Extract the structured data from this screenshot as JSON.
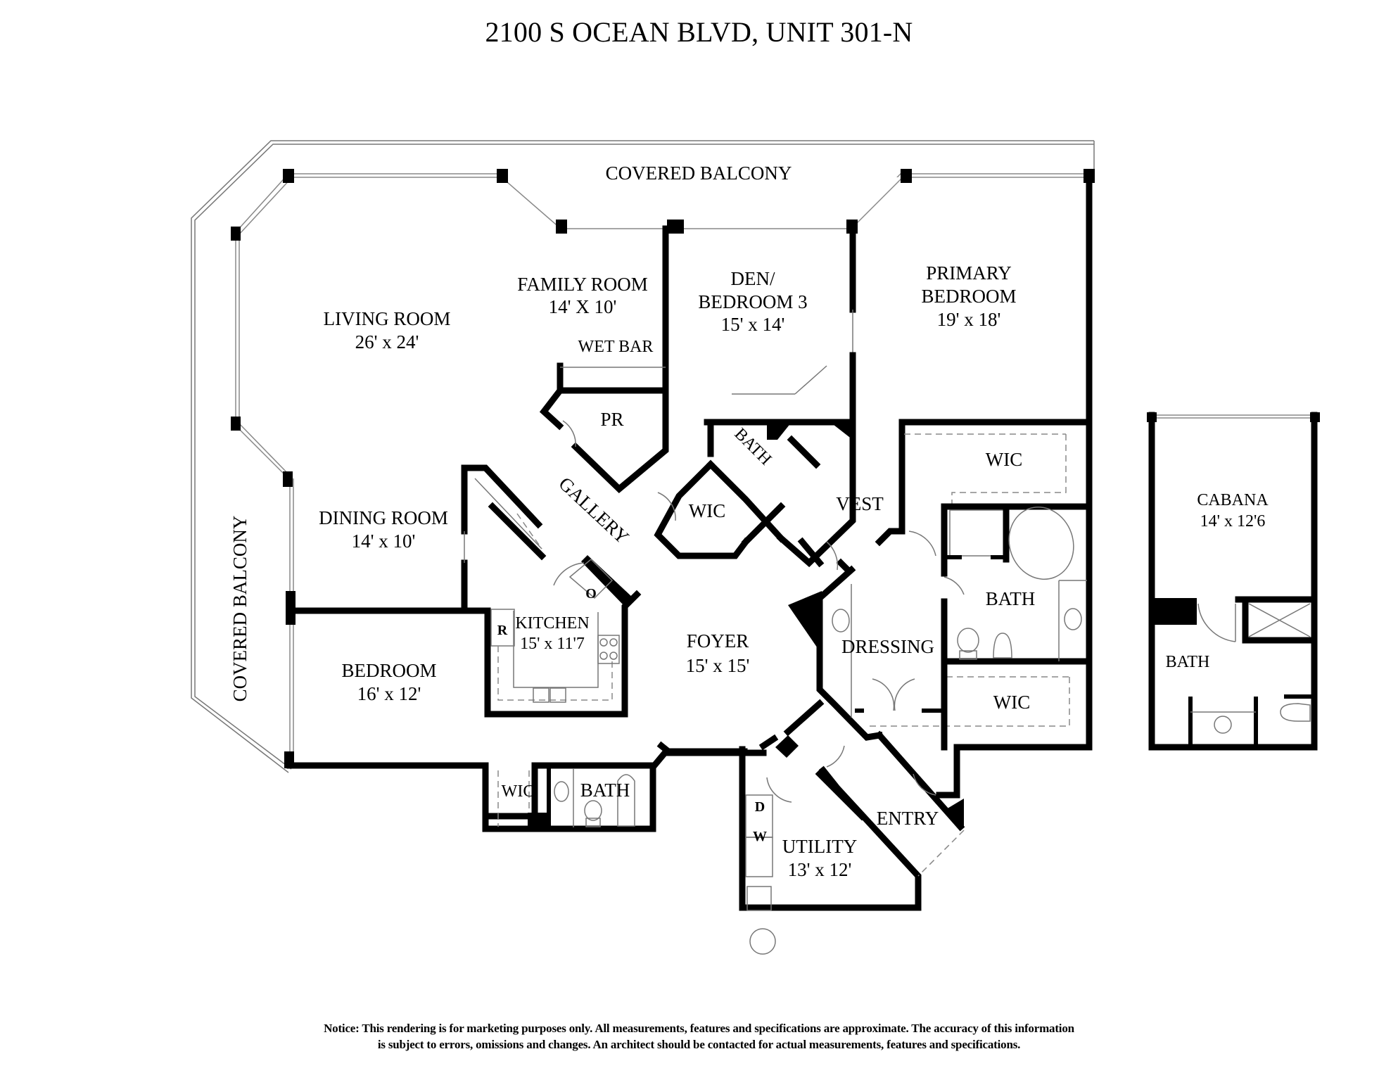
{
  "header": {
    "title": "2100 S OCEAN BLVD, UNIT 301-N"
  },
  "rooms": {
    "covered_balcony_top": {
      "name": "COVERED BALCONY"
    },
    "covered_balcony_left": {
      "name": "COVERED BALCONY"
    },
    "living_room": {
      "name": "LIVING ROOM",
      "size": "26' x 24'"
    },
    "family_room": {
      "name": "FAMILY ROOM",
      "size": "14' X 10'"
    },
    "wet_bar": {
      "name": "WET BAR"
    },
    "powder_room": {
      "name": "PR"
    },
    "den": {
      "name_line1": "DEN/",
      "name_line2": "BEDROOM 3",
      "size": "15' x 14'"
    },
    "den_bath": {
      "name": "BATH"
    },
    "den_wic": {
      "name": "WIC"
    },
    "primary_bedroom": {
      "name_line1": "PRIMARY",
      "name_line2": "BEDROOM",
      "size": "19' x 18'"
    },
    "primary_wic_top": {
      "name": "WIC"
    },
    "primary_bath": {
      "name": "BATH"
    },
    "primary_wic_bottom": {
      "name": "WIC"
    },
    "dressing": {
      "name": "DRESSING"
    },
    "vest": {
      "name": "VEST"
    },
    "gallery": {
      "name": "GALLERY"
    },
    "dining_room": {
      "name": "DINING ROOM",
      "size": "14' x 10'"
    },
    "kitchen": {
      "name": "KITCHEN",
      "size": "15' x 11'7",
      "fridge": "R",
      "oven": "O"
    },
    "foyer": {
      "name": "FOYER",
      "size": "15' x 15'"
    },
    "bedroom": {
      "name": "BEDROOM",
      "size": "16' x 12'"
    },
    "bedroom_wic": {
      "name": "WIC"
    },
    "bedroom_bath": {
      "name": "BATH"
    },
    "utility": {
      "name": "UTILITY",
      "size": "13' x 12'",
      "dryer": "D",
      "washer": "W"
    },
    "entry": {
      "name": "ENTRY"
    },
    "cabana": {
      "name": "CABANA",
      "size": "14' x 12'6"
    },
    "cabana_bath": {
      "name": "BATH"
    }
  },
  "footer": {
    "notice_line1": "Notice: This rendering is for marketing purposes only. All measurements, features and specifications are approximate. The accuracy of this information",
    "notice_line2": "is subject to errors, omissions and changes. An architect should be contacted for actual measurements, features and specifications."
  }
}
